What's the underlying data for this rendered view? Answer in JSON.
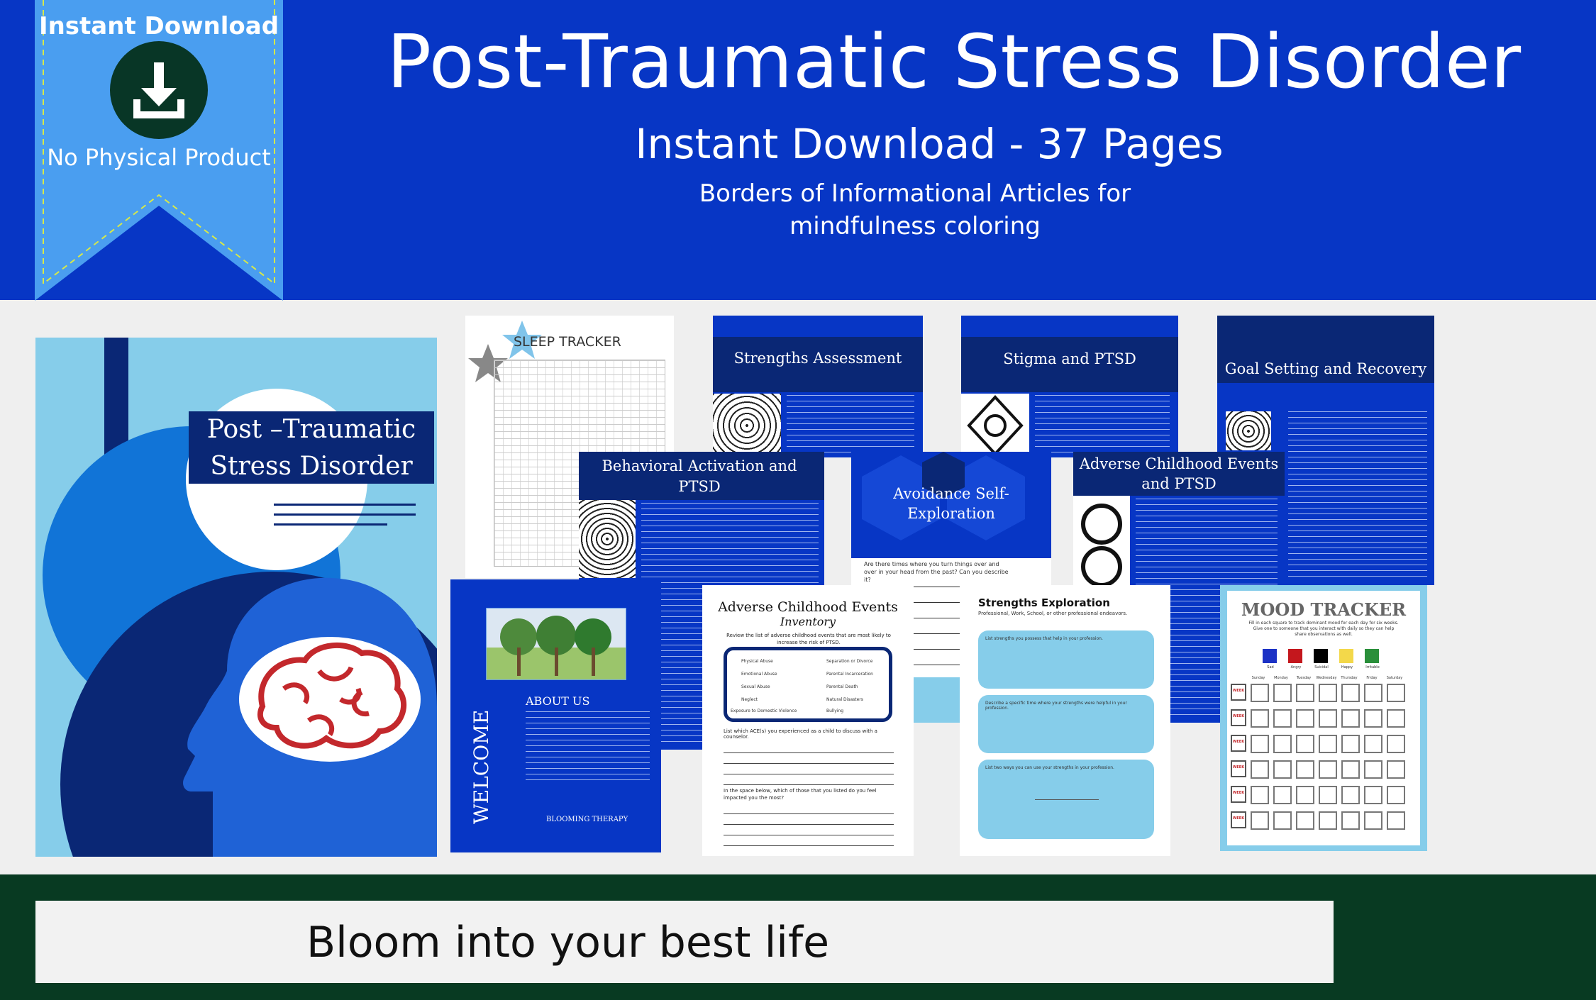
{
  "ribbon": {
    "top_text": "Instant Download",
    "bottom_text": "No Physical Product",
    "icon": "download-icon"
  },
  "header": {
    "title": "Post-Traumatic Stress Disorder",
    "subtitle": "Instant Download - 37 Pages",
    "desc_line1": "Borders of Informational Articles for",
    "desc_line2": "mindfulness coloring"
  },
  "cover": {
    "title_line1": "Post –Traumatic",
    "title_line2": "Stress Disorder"
  },
  "pages": {
    "sleep_tracker": "SLEEP TRACKER",
    "strengths_assessment": "Strengths Assessment",
    "stigma": "Stigma and PTSD",
    "goal_setting": "Goal Setting and Recovery",
    "behavioral_line1": "Behavioral Activation and",
    "behavioral_line2": "PTSD",
    "avoidance_line1": "Avoidance Self-",
    "avoidance_line2": "Exploration",
    "ace_line1": "Adverse Childhood Events",
    "ace_line2": "and PTSD",
    "welcome": "WELCOME",
    "about_us": "ABOUT US",
    "blooming_therapy": "BLOOMING THERAPY",
    "avoidance_question": "Are there times where you turn things over and over in your head from the past? Can you describe it?",
    "ace_inventory_title": "Adverse Childhood Events",
    "ace_inventory_sub": "Inventory",
    "ace_inventory_intro": "Review the list of adverse childhood events that are most likely to increase the risk of PTSD.",
    "ace_items": [
      "Physical Abuse",
      "Separation or Divorce",
      "Emotional Abuse",
      "Parental Incarceration",
      "Sexual Abuse",
      "Parental Death",
      "Neglect",
      "Natural Disasters",
      "Exposure to Domestic Violence",
      "Bullying"
    ],
    "ace_q1": "List which ACE(s) you experienced as a child to discuss with a counselor.",
    "ace_q2": "In the space below, which of those that you listed do you feel impacted you the most?",
    "strengths_exp_title": "Strengths Exploration",
    "strengths_exp_sub": "Professional, Work, School, or other professional endeavors.",
    "strengths_q1": "List strengths you possess that help in your profession.",
    "strengths_q2": "Describe a specific time where your strengths were helpful in your profession.",
    "strengths_q3": "List two ways you can use your strengths in your profession.",
    "mood_title": "MOOD TRACKER",
    "mood_desc": "Fill in each square to track dominant mood for each day for six weeks. Give one to someone that you interact with daily so they can help share observations as well.",
    "mood_legend": [
      "Sad",
      "Angry",
      "Suicidal",
      "Happy",
      "Irritable"
    ],
    "mood_days": [
      "Sunday",
      "Monday",
      "Tuesday",
      "Wednesday",
      "Thursday",
      "Friday",
      "Saturday"
    ],
    "mood_week_label": "WEEK"
  },
  "footer": {
    "tagline": "Bloom into your best life"
  },
  "colors": {
    "brand_blue": "#0736c5",
    "navy": "#0a2775",
    "light_blue": "#86cdea",
    "footer_green": "#083a22",
    "brain_red": "#c3282c"
  }
}
